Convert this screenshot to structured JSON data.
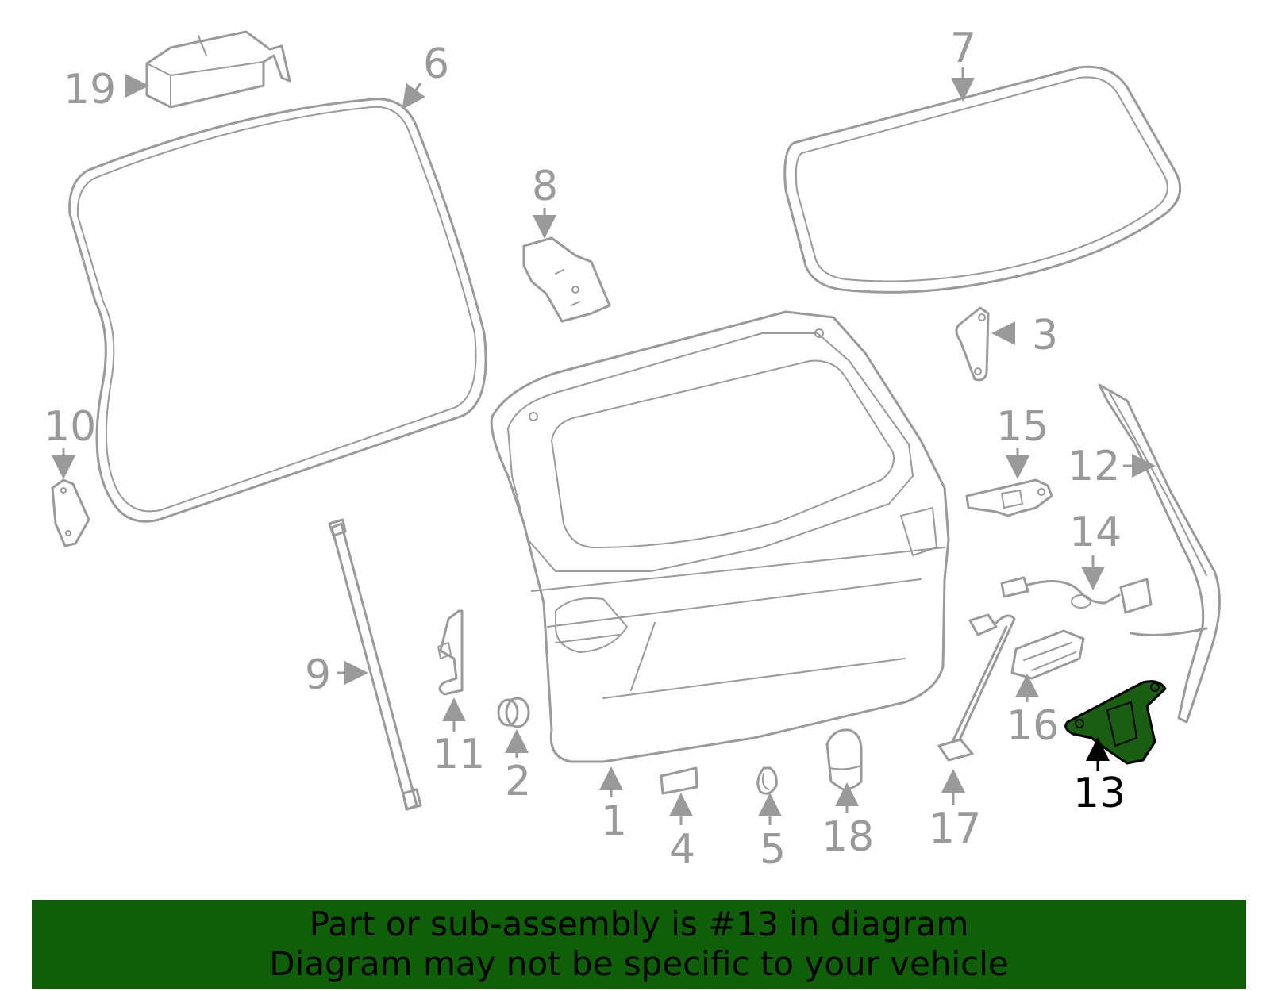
{
  "labels": {
    "l1": "1",
    "l2": "2",
    "l3": "3",
    "l4": "4",
    "l5": "5",
    "l6": "6",
    "l7": "7",
    "l8": "8",
    "l9": "9",
    "l10": "10",
    "l11": "11",
    "l12": "12",
    "l13": "13",
    "l14": "14",
    "l15": "15",
    "l16": "16",
    "l17": "17",
    "l18": "18",
    "l19": "19"
  },
  "banner": {
    "line1": "Part or sub-assembly is #13 in diagram",
    "line2": "Diagram may not be specific to your vehicle"
  },
  "colors": {
    "banner_bg": "#0f5e08",
    "highlight_fill": "#1a5e12",
    "part_stroke": "#9a9a9a",
    "label_text": "#9a9a9a",
    "highlight_text": "#000000"
  }
}
